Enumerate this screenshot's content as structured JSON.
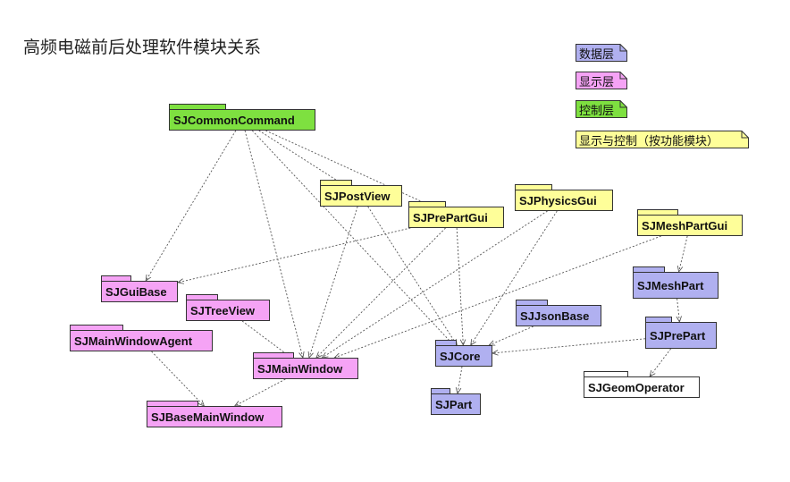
{
  "title": "高频电磁前后处理软件模块关系",
  "colors": {
    "data_layer": "#b0b0f0",
    "display_layer": "#f5a3f5",
    "control_layer": "#7ee040",
    "display_control": "#fefe99",
    "plain": "#ffffff",
    "line": "#555555"
  },
  "legend": [
    {
      "label": "数据层",
      "color": "#b0b0f0"
    },
    {
      "label": "显示层",
      "color": "#f5a3f5"
    },
    {
      "label": "控制层",
      "color": "#7ee040"
    },
    {
      "label": "显示与控制（按功能模块）",
      "color": "#fefe99"
    }
  ],
  "packages": [
    {
      "id": "SJCommonCommand",
      "label": "SJCommonCommand",
      "layer": "control"
    },
    {
      "id": "SJPostView",
      "label": "SJPostView",
      "layer": "display_control"
    },
    {
      "id": "SJPrePartGui",
      "label": "SJPrePartGui",
      "layer": "display_control"
    },
    {
      "id": "SJPhysicsGui",
      "label": "SJPhysicsGui",
      "layer": "display_control"
    },
    {
      "id": "SJMeshPartGui",
      "label": "SJMeshPartGui",
      "layer": "display_control"
    },
    {
      "id": "SJGuiBase",
      "label": "SJGuiBase",
      "layer": "display"
    },
    {
      "id": "SJTreeView",
      "label": "SJTreeView",
      "layer": "display"
    },
    {
      "id": "SJMainWindowAgent",
      "label": "SJMainWindowAgent",
      "layer": "display"
    },
    {
      "id": "SJMainWindow",
      "label": "SJMainWindow",
      "layer": "display"
    },
    {
      "id": "SJBaseMainWindow",
      "label": "SJBaseMainWindow",
      "layer": "display"
    },
    {
      "id": "SJJsonBase",
      "label": "SJJsonBase",
      "layer": "data"
    },
    {
      "id": "SJCore",
      "label": "SJCore",
      "layer": "data"
    },
    {
      "id": "SJPart",
      "label": "SJPart",
      "layer": "data"
    },
    {
      "id": "SJMeshPart",
      "label": "SJMeshPart",
      "layer": "data"
    },
    {
      "id": "SJPrePart",
      "label": "SJPrePart",
      "layer": "data"
    },
    {
      "id": "SJGeomOperator",
      "label": "SJGeomOperator",
      "layer": "plain"
    }
  ],
  "dependencies": [
    {
      "from": "SJCommonCommand",
      "to": "SJGuiBase"
    },
    {
      "from": "SJCommonCommand",
      "to": "SJMainWindow"
    },
    {
      "from": "SJCommonCommand",
      "to": "SJPostView"
    },
    {
      "from": "SJCommonCommand",
      "to": "SJPrePartGui"
    },
    {
      "from": "SJCommonCommand",
      "to": "SJCore"
    },
    {
      "from": "SJPostView",
      "to": "SJMainWindow"
    },
    {
      "from": "SJPostView",
      "to": "SJCore"
    },
    {
      "from": "SJPrePartGui",
      "to": "SJGuiBase"
    },
    {
      "from": "SJPrePartGui",
      "to": "SJMainWindow"
    },
    {
      "from": "SJPrePartGui",
      "to": "SJCore"
    },
    {
      "from": "SJPhysicsGui",
      "to": "SJMainWindow"
    },
    {
      "from": "SJPhysicsGui",
      "to": "SJCore"
    },
    {
      "from": "SJMeshPartGui",
      "to": "SJMainWindow"
    },
    {
      "from": "SJMeshPartGui",
      "to": "SJMeshPart"
    },
    {
      "from": "SJTreeView",
      "to": "SJMainWindow"
    },
    {
      "from": "SJMainWindowAgent",
      "to": "SJBaseMainWindow"
    },
    {
      "from": "SJMainWindow",
      "to": "SJBaseMainWindow"
    },
    {
      "from": "SJJsonBase",
      "to": "SJCore"
    },
    {
      "from": "SJCore",
      "to": "SJPart"
    },
    {
      "from": "SJMeshPart",
      "to": "SJPrePart"
    },
    {
      "from": "SJPrePart",
      "to": "SJCore"
    },
    {
      "from": "SJPrePart",
      "to": "SJGeomOperator"
    }
  ]
}
